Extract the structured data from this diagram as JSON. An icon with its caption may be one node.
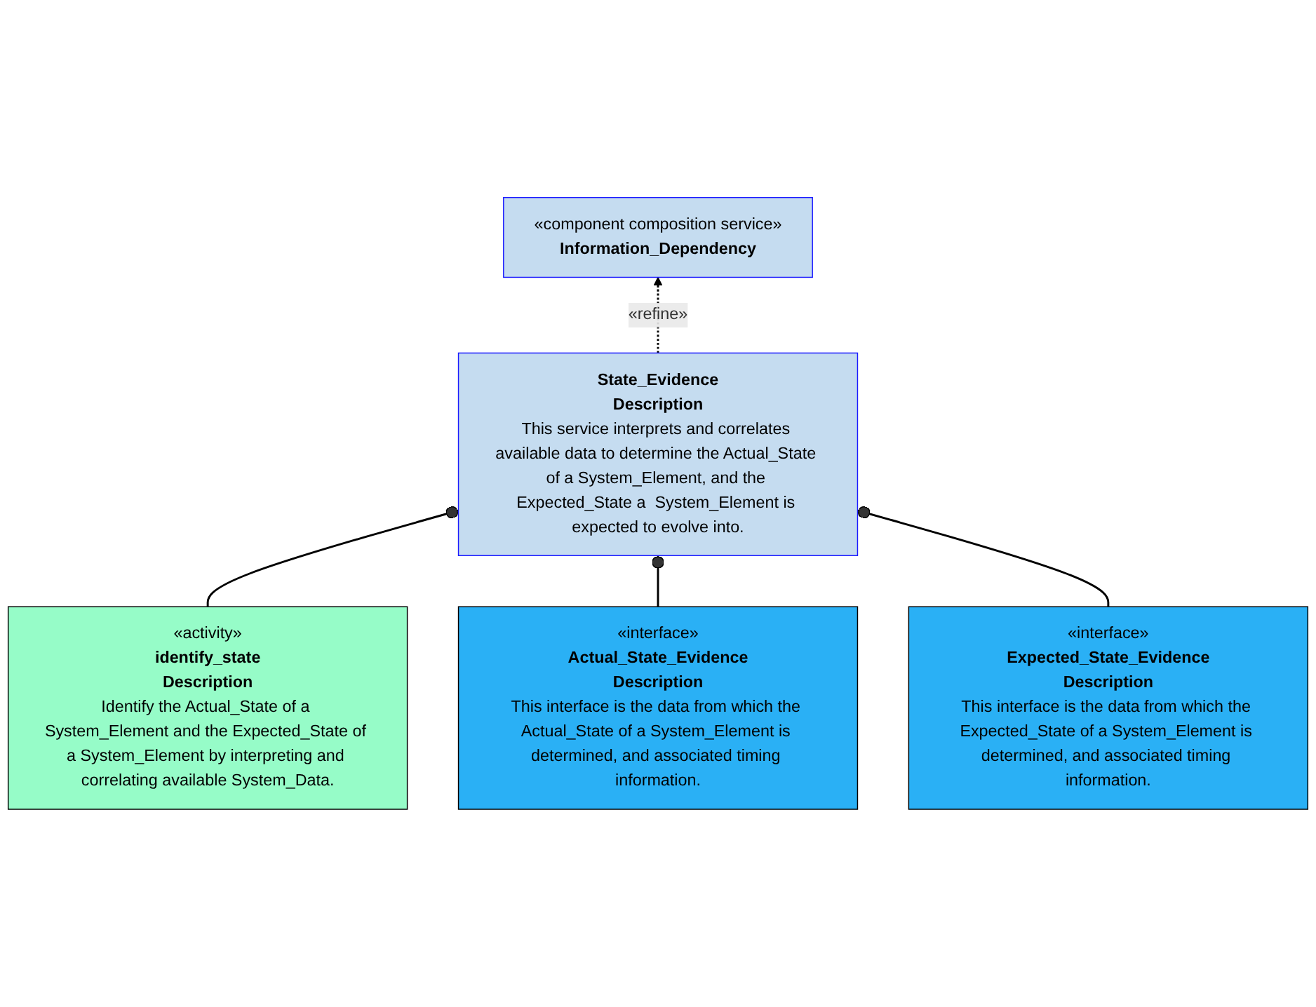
{
  "diagram": {
    "nodes": [
      {
        "text": [
          "«component composition service»",
          "Information_Dependency"
        ]
      },
      {
        "text": [
          "State_Evidence",
          "Description",
          "This service interprets and correlates available data to determine the Actual_State of a System_Element, and the Expected_State a  System_Element is expected to evolve into."
        ]
      },
      {
        "text": [
          "«activity»",
          "identify_state",
          "Description",
          "Identify the Actual_State of a System_Element and the Expected_State of a System_Element by interpreting and correlating available System_Data."
        ]
      },
      {
        "text": [
          "«interface»",
          "Actual_State_Evidence",
          "Description",
          "This interface is the data from which the Actual_State of a System_Element is determined, and associated timing information."
        ]
      },
      {
        "text": [
          "«interface»",
          "Expected_State_Evidence",
          "Description",
          "This interface is the data from which the Expected_State of a System_Element is determined, and associated timing information."
        ]
      }
    ],
    "edges": [
      {
        "from": 1,
        "to": 0,
        "arrow": "to",
        "label": "«refine»",
        "style": "dashed"
      },
      {
        "from": 2,
        "to": 1,
        "arrow": "other"
      },
      {
        "from": 3,
        "to": 1,
        "arrow": "other"
      },
      {
        "from": 4,
        "to": 1,
        "arrow": "other"
      }
    ]
  }
}
